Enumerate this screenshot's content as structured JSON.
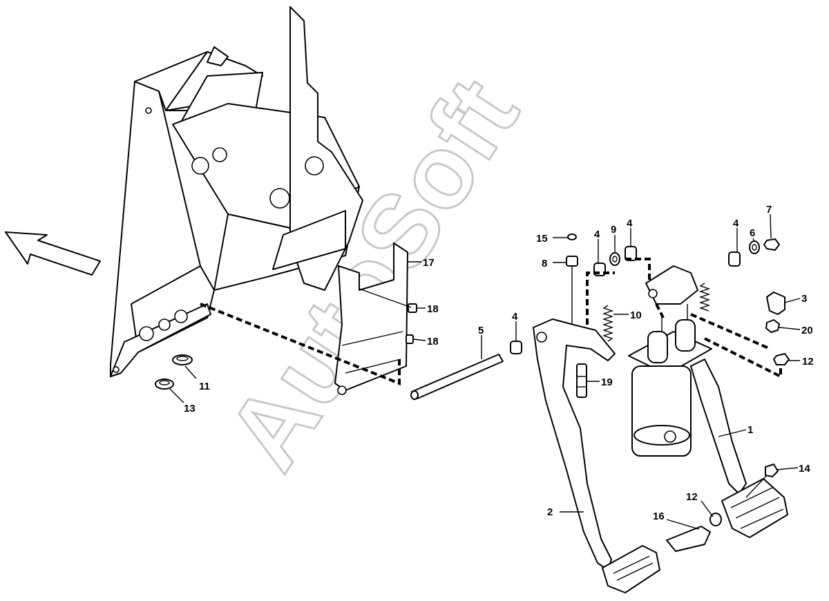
{
  "watermark": "AutoSoft",
  "colors": {
    "line": "#000000",
    "background": "#ffffff",
    "watermark": "#c8c8c8"
  },
  "callouts": {
    "c1": "1",
    "c2": "2",
    "c3": "3",
    "c4a": "4",
    "c4b": "4",
    "c4c": "4",
    "c4d": "4",
    "c5": "5",
    "c6": "6",
    "c7": "7",
    "c8": "8",
    "c9": "9",
    "c10": "10",
    "c11": "11",
    "c12a": "12",
    "c12b": "12",
    "c13": "13",
    "c14": "14",
    "c15": "15",
    "c16": "16",
    "c17": "17",
    "c18a": "18",
    "c18b": "18",
    "c19": "19",
    "c20": "20"
  },
  "icons": {
    "direction": "arrow-left-icon"
  }
}
